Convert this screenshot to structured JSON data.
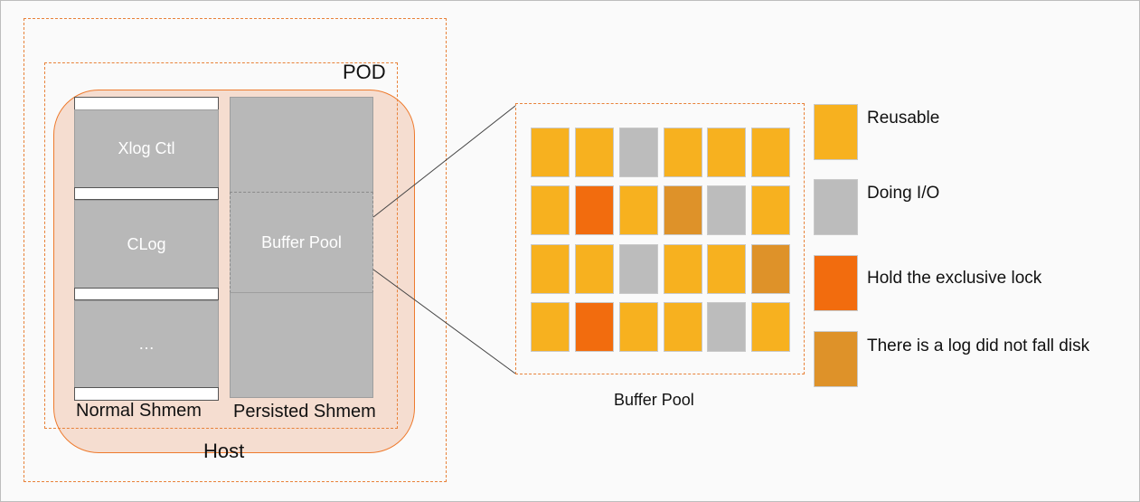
{
  "labels": {
    "pod": "POD",
    "host": "Host",
    "normal_shmem": "Normal Shmem",
    "persisted_shmem": "Persisted Shmem",
    "xlog_ctl": "Xlog Ctl",
    "clog": "CLog",
    "ellipsis": "…",
    "buffer_pool_block": "Buffer Pool",
    "buffer_pool_caption": "Buffer Pool"
  },
  "legend": [
    {
      "key": "reusable",
      "label": "Reusable",
      "color": "#f7b11f"
    },
    {
      "key": "doing_io",
      "label": "Doing I/O",
      "color": "#bcbcbc"
    },
    {
      "key": "exclusive_lock",
      "label": "Hold the exclusive lock",
      "color": "#f26c0e"
    },
    {
      "key": "log_not_flushed",
      "label": "There is a log did not fall disk",
      "color": "#de9229"
    }
  ],
  "buffer_grid": [
    [
      "reusable",
      "reusable",
      "doing_io",
      "reusable",
      "reusable",
      "reusable"
    ],
    [
      "reusable",
      "exclusive_lock",
      "reusable",
      "log_not_flushed",
      "doing_io",
      "reusable"
    ],
    [
      "reusable",
      "reusable",
      "doing_io",
      "reusable",
      "reusable",
      "log_not_flushed"
    ],
    [
      "reusable",
      "exclusive_lock",
      "reusable",
      "reusable",
      "doing_io",
      "reusable"
    ]
  ]
}
